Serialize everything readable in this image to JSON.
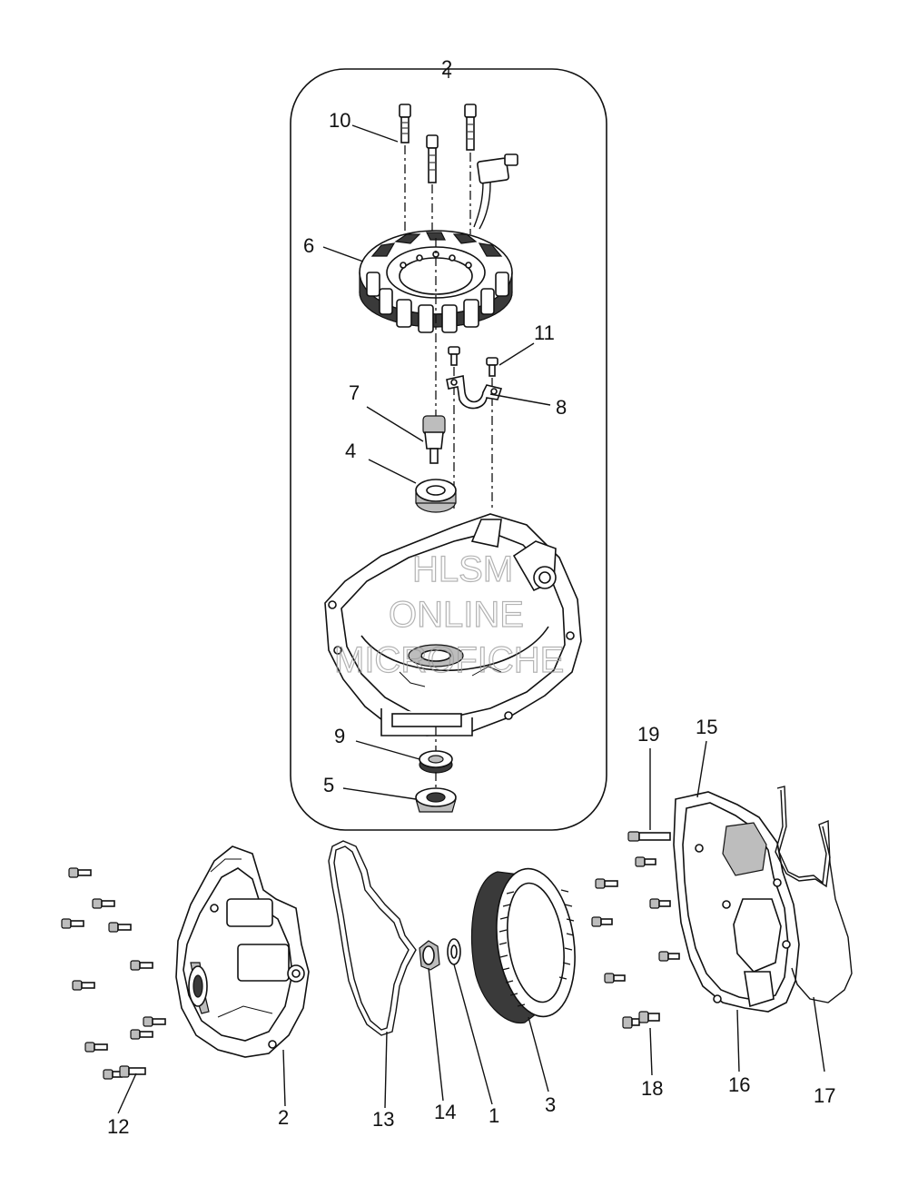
{
  "callouts": {
    "c1": "1",
    "c2_top": "2",
    "c2_bottom": "2",
    "c3": "3",
    "c4": "4",
    "c5": "5",
    "c6": "6",
    "c7": "7",
    "c8": "8",
    "c9": "9",
    "c10": "10",
    "c11": "11",
    "c12": "12",
    "c13": "13",
    "c14": "14",
    "c15": "15",
    "c16": "16",
    "c17": "17",
    "c18": "18",
    "c19": "19"
  },
  "watermark": {
    "line1": "HLSM",
    "line2": "ONLINE",
    "line3": "MICROFICHE"
  },
  "colors": {
    "ink": "#111111",
    "watermark": "#9a9a9a",
    "background": "#ffffff"
  }
}
